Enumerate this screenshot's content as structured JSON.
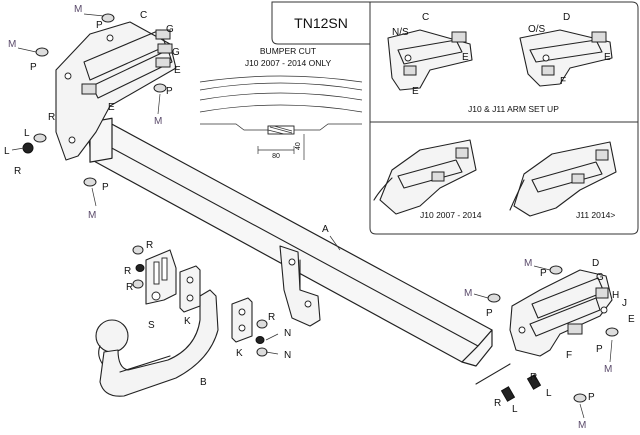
{
  "title": "TN12SN",
  "bumper_cut": {
    "line1": "BUMPER CUT",
    "line2": "J10 2007 - 2014 ONLY",
    "dim_width": "80",
    "dim_height": "40"
  },
  "captions": {
    "arm_setup": "J10 & J11 ARM SET UP",
    "j10": "J10 2007 - 2014",
    "j11": "J11 2014>",
    "ns": "N/S",
    "os": "O/S"
  },
  "letters": {
    "A": "A",
    "B": "B",
    "C": "C",
    "D": "D",
    "E": "E",
    "F": "F",
    "G": "G",
    "H": "H",
    "J": "J",
    "K": "K",
    "L": "L",
    "M": "M",
    "N": "N",
    "P": "P",
    "R": "R",
    "S": "S"
  }
}
